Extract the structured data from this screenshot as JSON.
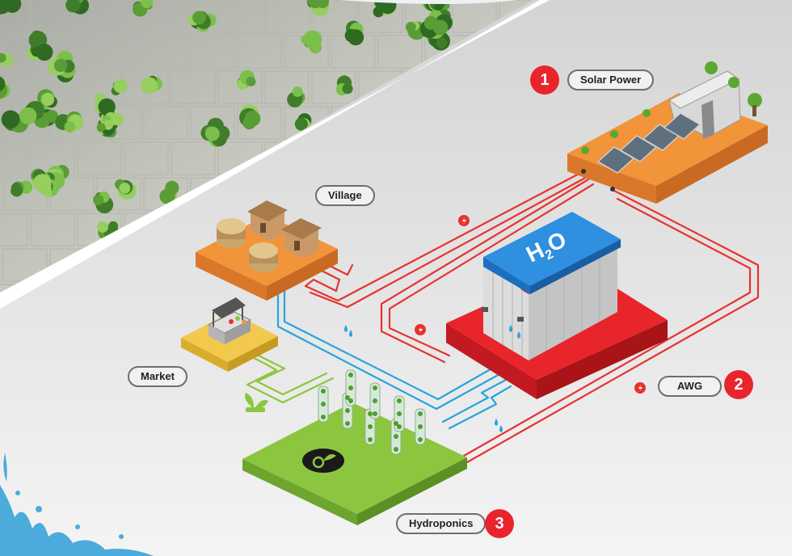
{
  "labels": {
    "solar": "Solar Power",
    "village": "Village",
    "market": "Market",
    "awg": "AWG",
    "hydroponics": "Hydroponics",
    "h2o_main": "H",
    "h2o_sub": "2",
    "h2o_end": "O"
  },
  "steps": {
    "solar": "1",
    "awg": "2",
    "hydroponics": "3"
  },
  "colors": {
    "power_line": "#e8322f",
    "water_line": "#29a3e0",
    "nutrient_line": "#8cc63f",
    "solar_platform": "#f2943a",
    "village_platform": "#f2943a",
    "market_platform": "#f2c94c",
    "awg_platform": "#e8252b",
    "awg_roof": "#2f8fe0",
    "hydro_platform": "#8cc63f",
    "badge": "#e8252b"
  },
  "icons": {
    "power_marker": "lightning-bolt-icon",
    "water_marker": "water-drop-icon",
    "plant_marker": "sprout-icon"
  }
}
